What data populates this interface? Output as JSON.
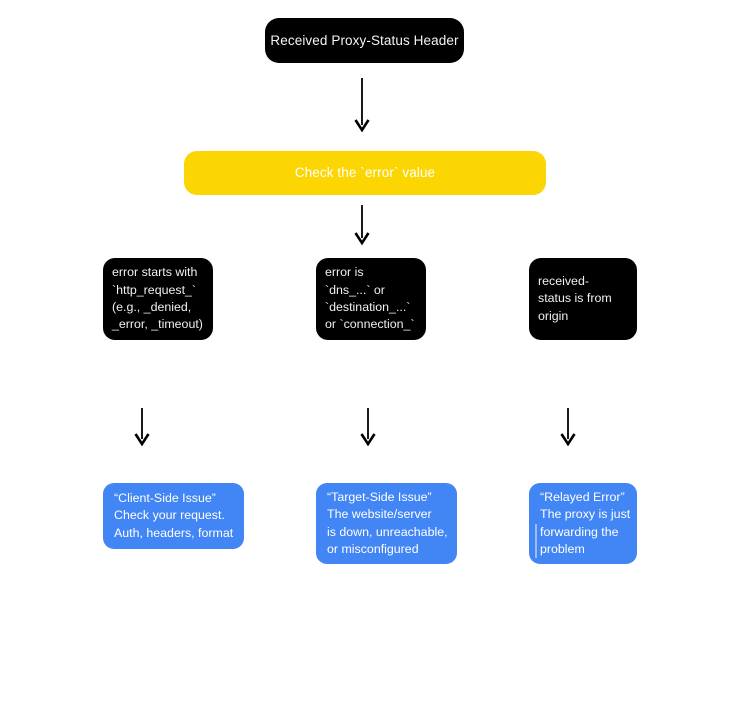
{
  "diagram": {
    "title_node": {
      "id": "root",
      "shape": "rounded-pill",
      "fill": "#000000",
      "text_color": "#f4f4f4",
      "lines": [
        "Received Proxy-Status Header"
      ]
    },
    "decision_node": {
      "id": "decision",
      "shape": "rounded-bar",
      "fill": "#fbd603",
      "text_color": "#ffffff",
      "lines": [
        "Check the `error` value"
      ]
    },
    "conditions": [
      {
        "id": "cond-client",
        "fill": "#000000",
        "text_color": "#f0f0f0",
        "lines": [
          "error starts with",
          "`http_request_`",
          "(e.g., _denied,",
          "_error, _timeout)"
        ]
      },
      {
        "id": "cond-target",
        "fill": "#000000",
        "text_color": "#f0f0f0",
        "lines": [
          "error is",
          "`dns_...` or",
          "`destination_...`",
          "or `connection_`"
        ]
      },
      {
        "id": "cond-relayed",
        "fill": "#000000",
        "text_color": "#f0f0f0",
        "lines": [
          "received-",
          "status is from",
          "origin"
        ]
      }
    ],
    "outcomes": [
      {
        "id": "outcome-client",
        "fill": "#4285f4",
        "text_color": "#ffffff",
        "lines": [
          "“Client-Side Issue”",
          "Check your request.",
          "Auth, headers, format"
        ]
      },
      {
        "id": "outcome-target",
        "fill": "#4285f4",
        "text_color": "#ffffff",
        "lines": [
          "“Target-Side Issue”",
          "The website/server",
          "is down, unreachable,",
          "or misconfigured"
        ]
      },
      {
        "id": "outcome-relayed",
        "fill": "#4285f4",
        "text_color": "#ffffff",
        "lines": [
          "“Relayed Error”",
          "The proxy is just",
          "forwarding the",
          "problem"
        ]
      }
    ],
    "arrows": [
      {
        "id": "arrow-root-to-decision",
        "direction": "down",
        "length": 52
      },
      {
        "id": "arrow-decision-to-branches",
        "direction": "down",
        "length": 36
      },
      {
        "id": "arrow-cond1-to-outcome1",
        "direction": "down",
        "length": 34
      },
      {
        "id": "arrow-cond2-to-outcome2",
        "direction": "down",
        "length": 34
      },
      {
        "id": "arrow-cond3-to-outcome3",
        "direction": "down",
        "length": 34
      }
    ],
    "colors": {
      "background": "#ffffff",
      "node_black": "#000000",
      "node_yellow": "#fbd603",
      "node_blue": "#4285f4",
      "arrow": "#000000"
    }
  }
}
